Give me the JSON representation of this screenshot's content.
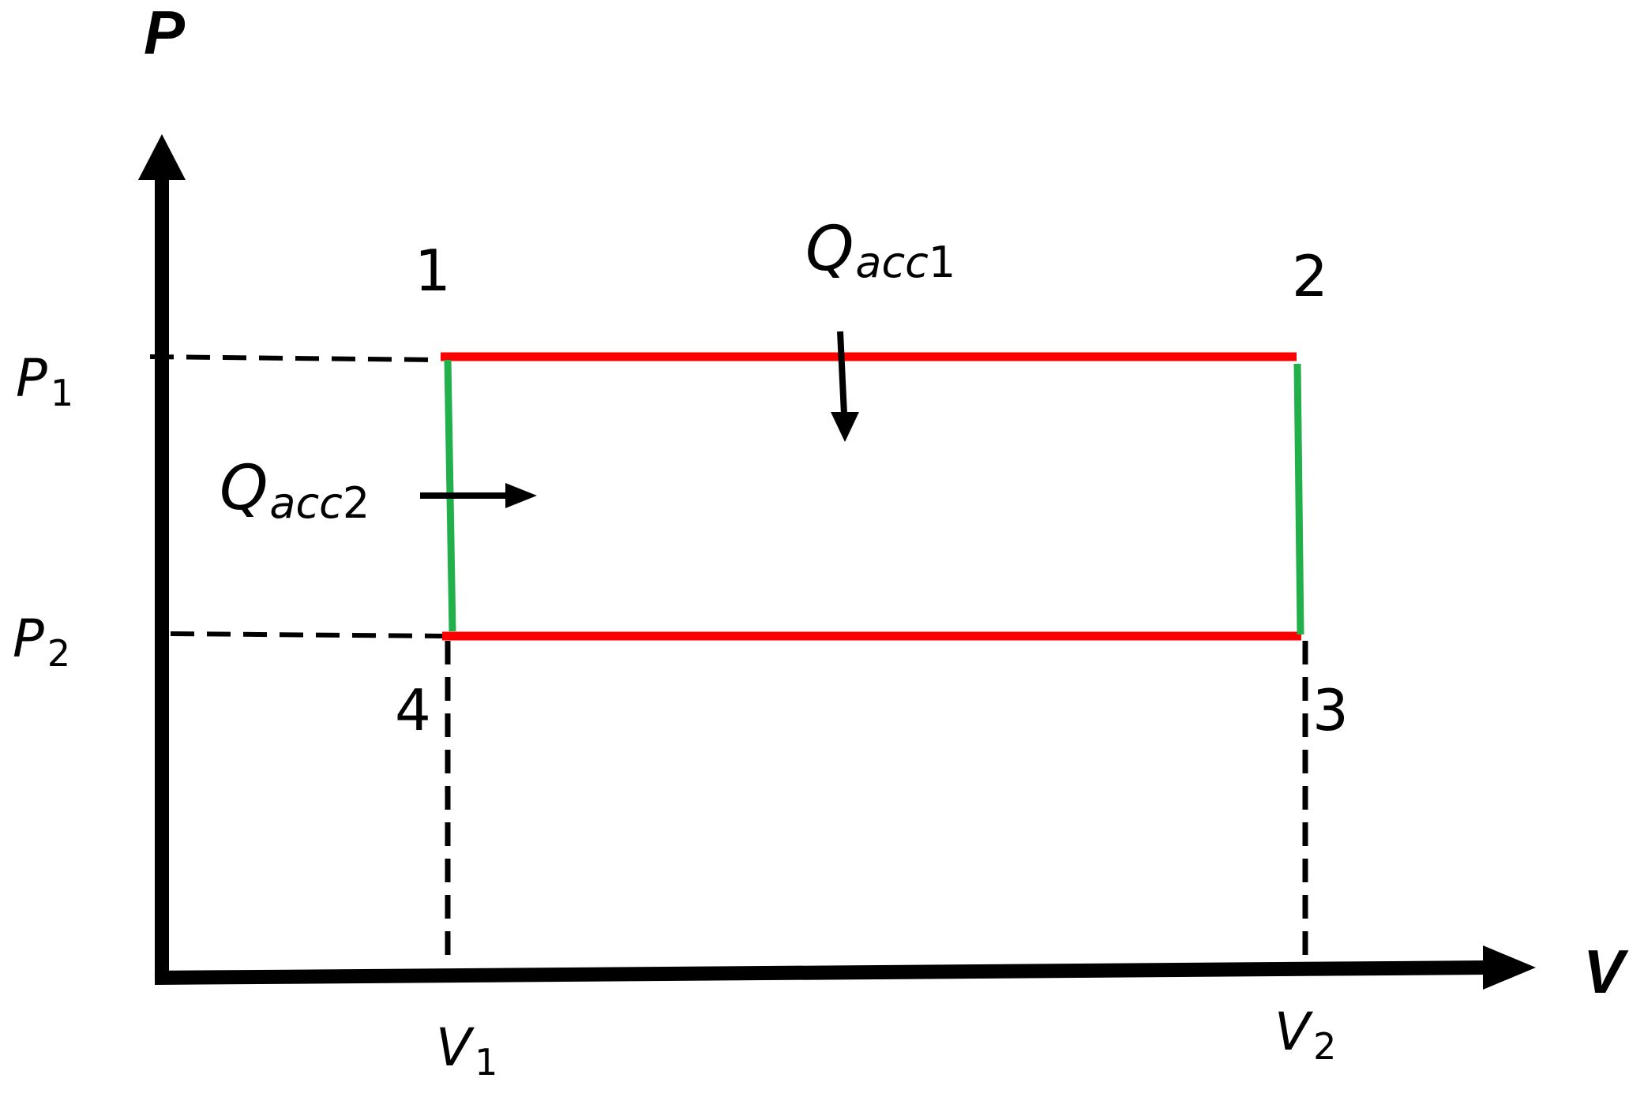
{
  "axes": {
    "y_label": "P",
    "x_label": "V"
  },
  "pressure_labels": [
    {
      "symbol": "P",
      "subscript": "1"
    },
    {
      "symbol": "P",
      "subscript": "2"
    }
  ],
  "volume_labels": [
    {
      "symbol": "V",
      "subscript": "1"
    },
    {
      "symbol": "V",
      "subscript": "2"
    }
  ],
  "state_points": [
    "1",
    "2",
    "3",
    "4"
  ],
  "heat_labels": [
    {
      "symbol": "Q",
      "subscript": "acc",
      "index": "1"
    },
    {
      "symbol": "Q",
      "subscript": "acc",
      "index": "2"
    }
  ],
  "colors": {
    "axis": "#000000",
    "isobar": "#ff0000",
    "isochore": "#22b04a",
    "guide": "#000000"
  }
}
